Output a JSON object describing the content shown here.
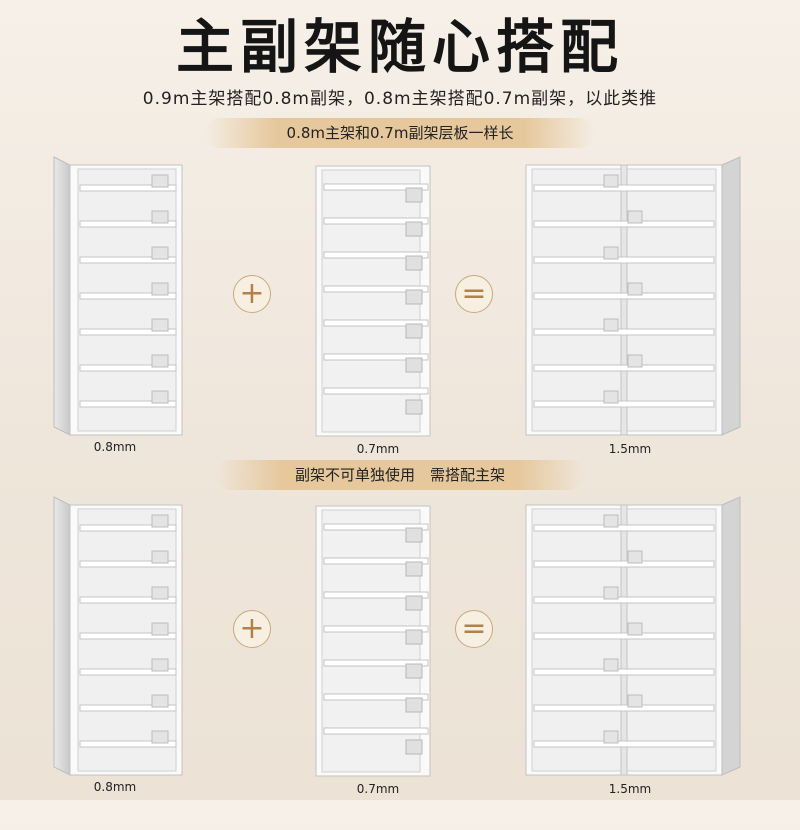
{
  "header": {
    "title": "主副架随心搭配",
    "subtitle": "0.9m主架搭配0.8m副架，0.8m主架搭配0.7m副架，以此类推"
  },
  "banners": {
    "top": "0.8m主架和0.7m副架层板一样长",
    "middle": "副架不可单独使用　需搭配主架"
  },
  "operators": {
    "plus": "+",
    "equals": "="
  },
  "rows": [
    {
      "main_label": "0.8mm",
      "sub_label": "0.7mm",
      "combined_label": "1.5mm"
    },
    {
      "main_label": "0.8mm",
      "sub_label": "0.7mm",
      "combined_label": "1.5mm"
    }
  ],
  "colors": {
    "accent": "#e6c89c",
    "shelf": "#f4f4f4",
    "shelf_shadow": "#c7c7c7",
    "operator": "#b0814a"
  }
}
